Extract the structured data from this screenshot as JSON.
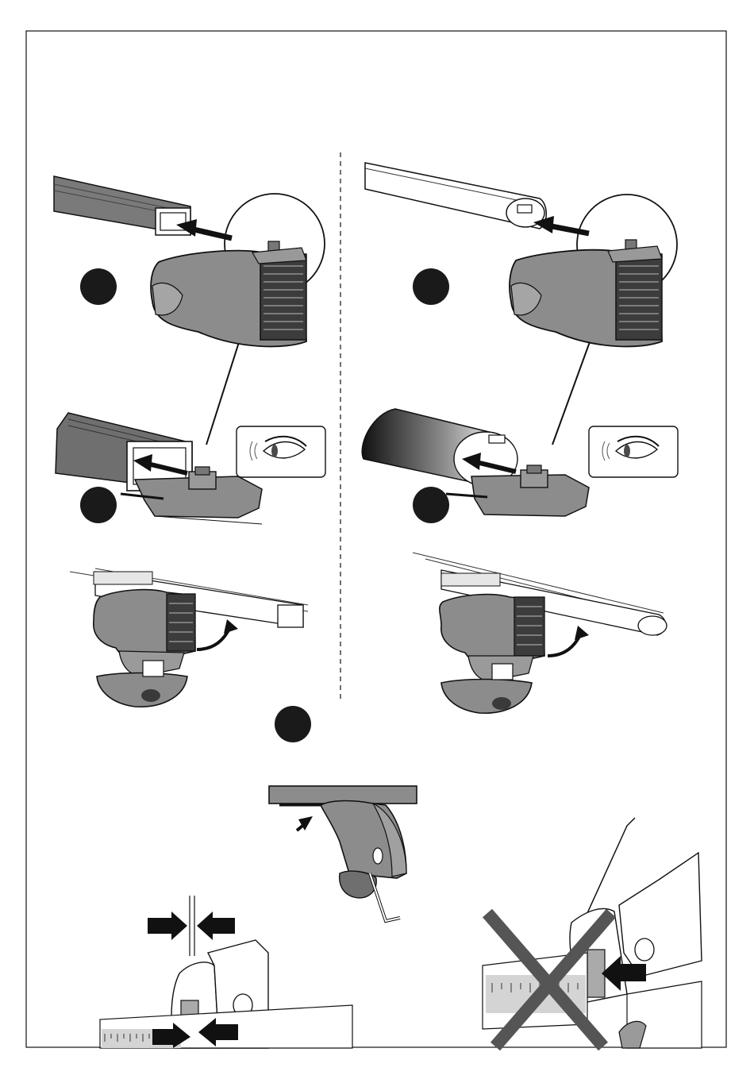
{
  "document": {
    "kind": "installation-instruction-page",
    "colors": {
      "ink": "#111111",
      "mid_gray": "#6f6f6f",
      "light_gray": "#bdbdbd",
      "part_gray": "#8c8c8c",
      "paper": "#ffffff",
      "cross": "#555555"
    },
    "panels": [
      {
        "id": "left-top",
        "content": "square-bar-insert-into-foot"
      },
      {
        "id": "right-top",
        "content": "aero-bar-insert-into-foot"
      },
      {
        "id": "left-middle",
        "content": "foot-on-rail-square-bar"
      },
      {
        "id": "right-middle",
        "content": "foot-on-rail-aero-bar"
      },
      {
        "id": "bottom-center",
        "content": "foot-under-bar-with-allen-key"
      },
      {
        "id": "bottom-left",
        "content": "correct-gap-check"
      },
      {
        "id": "bottom-right",
        "content": "incorrect-position-crossed"
      }
    ],
    "icons": [
      "eye-icon",
      "arrow-icon",
      "cross-icon",
      "step-marker"
    ]
  }
}
